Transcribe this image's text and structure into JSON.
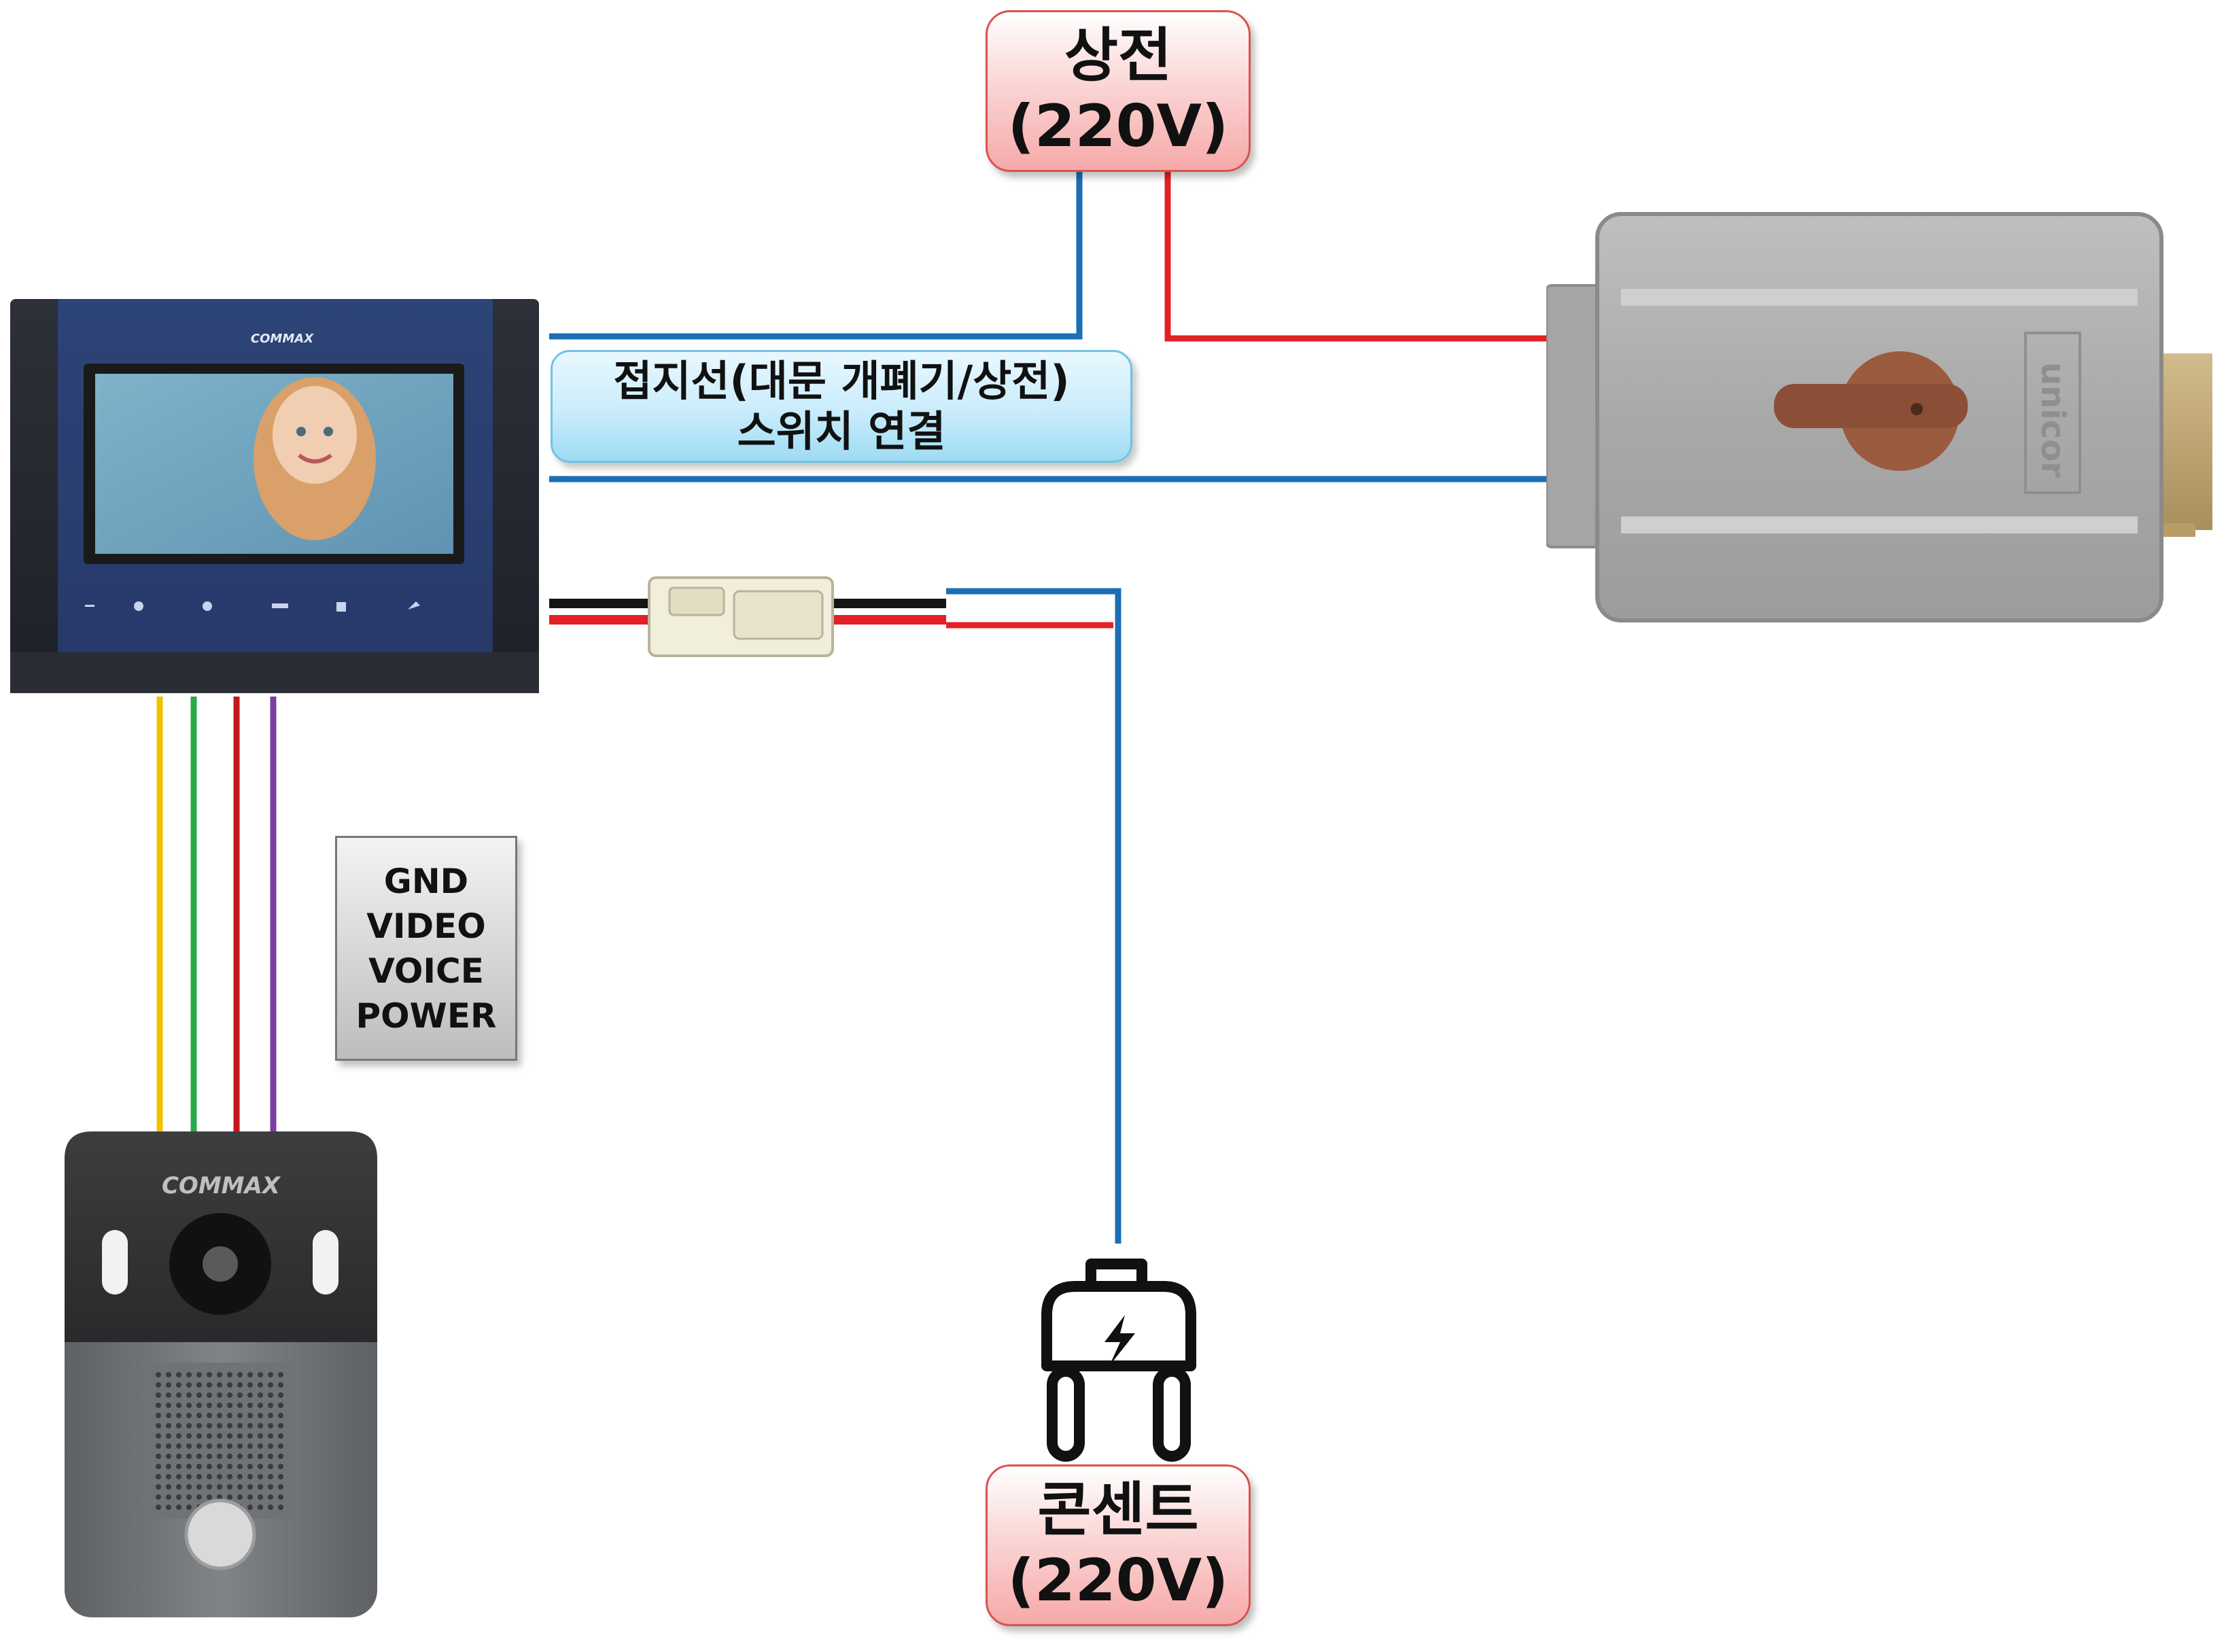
{
  "power_source_top": {
    "line1": "상전",
    "line2": "(220V)"
  },
  "outlet_bottom": {
    "line1": "콘센트",
    "line2": "(220V)"
  },
  "ground_switch_label": {
    "line1": "접지선(대문 개폐기/상전)",
    "line2": "스위치 연결"
  },
  "wire_legend": [
    "GND",
    "VIDEO",
    "VOICE",
    "POWER"
  ],
  "monitor": {
    "brand": "COMMAX",
    "icon": "video-intercom-monitor"
  },
  "door_camera": {
    "brand": "COMMAX",
    "icon": "door-camera-unit"
  },
  "door_lock": {
    "brand": "unicor",
    "icon": "electric-rim-lock"
  },
  "plug": {
    "icon": "power-plug-icon"
  },
  "colors": {
    "wire_blue": "#1a6fb5",
    "wire_red": "#e32026",
    "wire_yellow": "#f2c200",
    "wire_green": "#2aa84a",
    "wire_darkred": "#c3171d",
    "wire_purple": "#7a3fa0"
  }
}
